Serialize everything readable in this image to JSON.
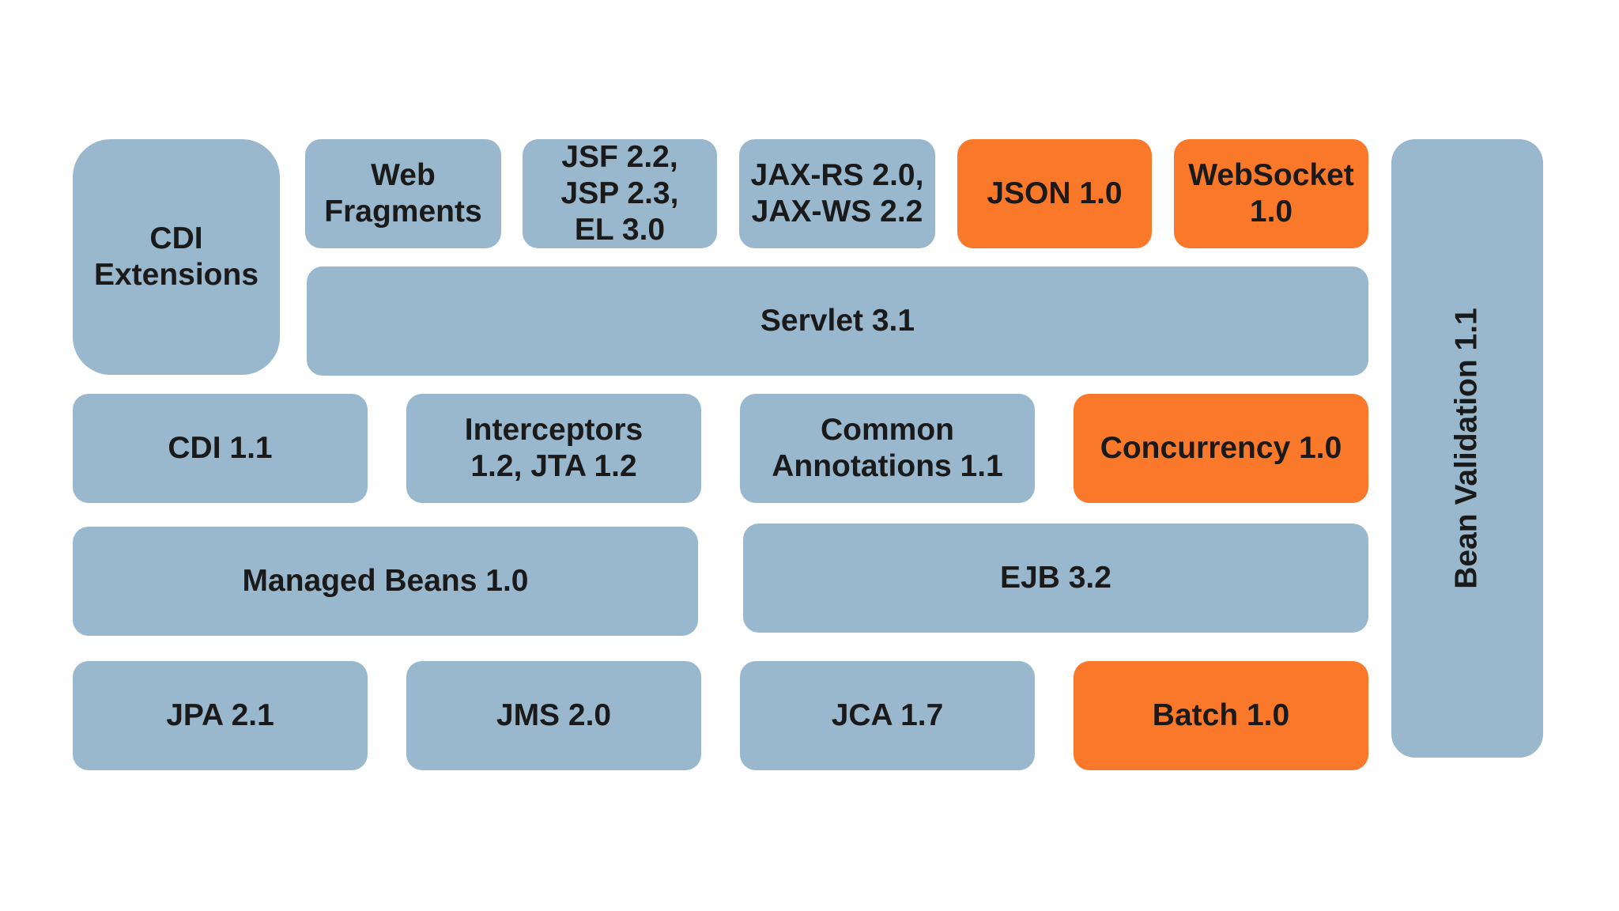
{
  "diagram": {
    "boxes": {
      "cdi_extensions": "CDI\nExtensions",
      "web_fragments": "Web\nFragments",
      "jsf_jsp_el": "JSF 2.2,\nJSP 2.3,\nEL 3.0",
      "jaxrs_jaxws": "JAX-RS 2.0,\nJAX-WS 2.2",
      "json": "JSON 1.0",
      "websocket": "WebSocket\n1.0",
      "servlet": "Servlet 3.1",
      "cdi": "CDI 1.1",
      "interceptors_jta": "Interceptors\n1.2, JTA 1.2",
      "common_annotations": "Common\nAnnotations 1.1",
      "concurrency": "Concurrency 1.0",
      "managed_beans": "Managed Beans 1.0",
      "ejb": "EJB 3.2",
      "jpa": "JPA 2.1",
      "jms": "JMS 2.0",
      "jca": "JCA 1.7",
      "batch": "Batch 1.0",
      "bean_validation": "Bean Validation 1.1"
    },
    "colors": {
      "existing": "#9ab8cd",
      "new": "#f9782a"
    }
  }
}
